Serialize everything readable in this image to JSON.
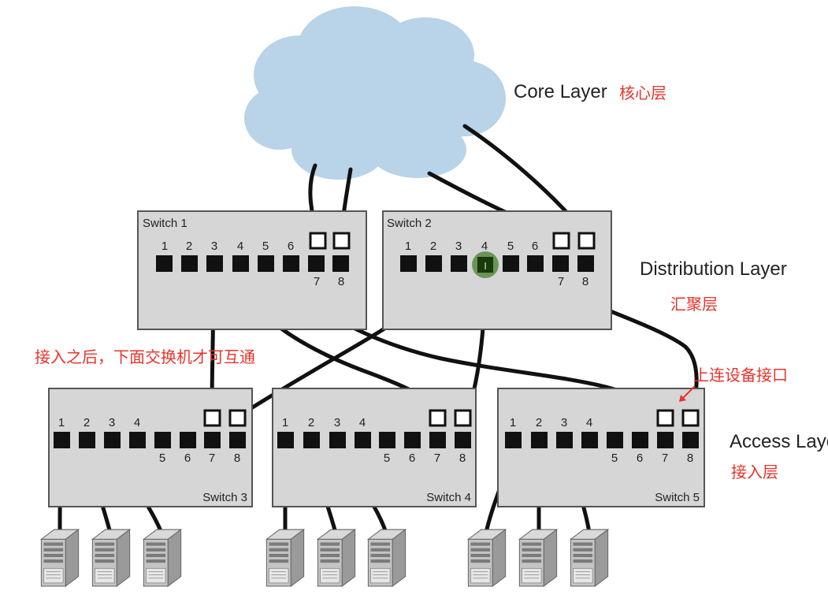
{
  "labels": {
    "core": "Core Layer",
    "core_cn": "核心层",
    "distribution": "Distribution Layer",
    "distribution_cn": "汇聚层",
    "access": "Access Layer",
    "access_cn": "接入层",
    "note_interconnect": "接入之后，下面交换机才可互通",
    "note_uplink": "上连设备接口"
  },
  "switches": {
    "s1": {
      "name": "Switch 1",
      "top_ports": [
        "1",
        "2",
        "3",
        "4",
        "5",
        "6"
      ],
      "bottom_ports": [
        "7",
        "8"
      ]
    },
    "s2": {
      "name": "Switch 2",
      "top_ports": [
        "1",
        "2",
        "3",
        "4",
        "5",
        "6"
      ],
      "bottom_ports": [
        "7",
        "8"
      ],
      "highlight_port": "4"
    },
    "s3": {
      "name": "Switch 3",
      "top_ports": [
        "1",
        "2",
        "3",
        "4"
      ],
      "bottom_ports": [
        "5",
        "6",
        "7",
        "8"
      ]
    },
    "s4": {
      "name": "Switch 4",
      "top_ports": [
        "1",
        "2",
        "3",
        "4"
      ],
      "bottom_ports": [
        "5",
        "6",
        "7",
        "8"
      ]
    },
    "s5": {
      "name": "Switch 5",
      "top_ports": [
        "1",
        "2",
        "3",
        "4"
      ],
      "bottom_ports": [
        "5",
        "6",
        "7",
        "8"
      ]
    }
  },
  "colors": {
    "cloud": "#b9d3e8",
    "switch_fill": "#d6d6d6",
    "switch_stroke": "#555555",
    "port": "#111111",
    "uplink_port_border": "#111111",
    "cable": "#111111",
    "highlight": "#3f7a22",
    "annotation": "#e8332a"
  },
  "icons": {
    "server": "server-icon",
    "cloud": "cloud-icon"
  }
}
